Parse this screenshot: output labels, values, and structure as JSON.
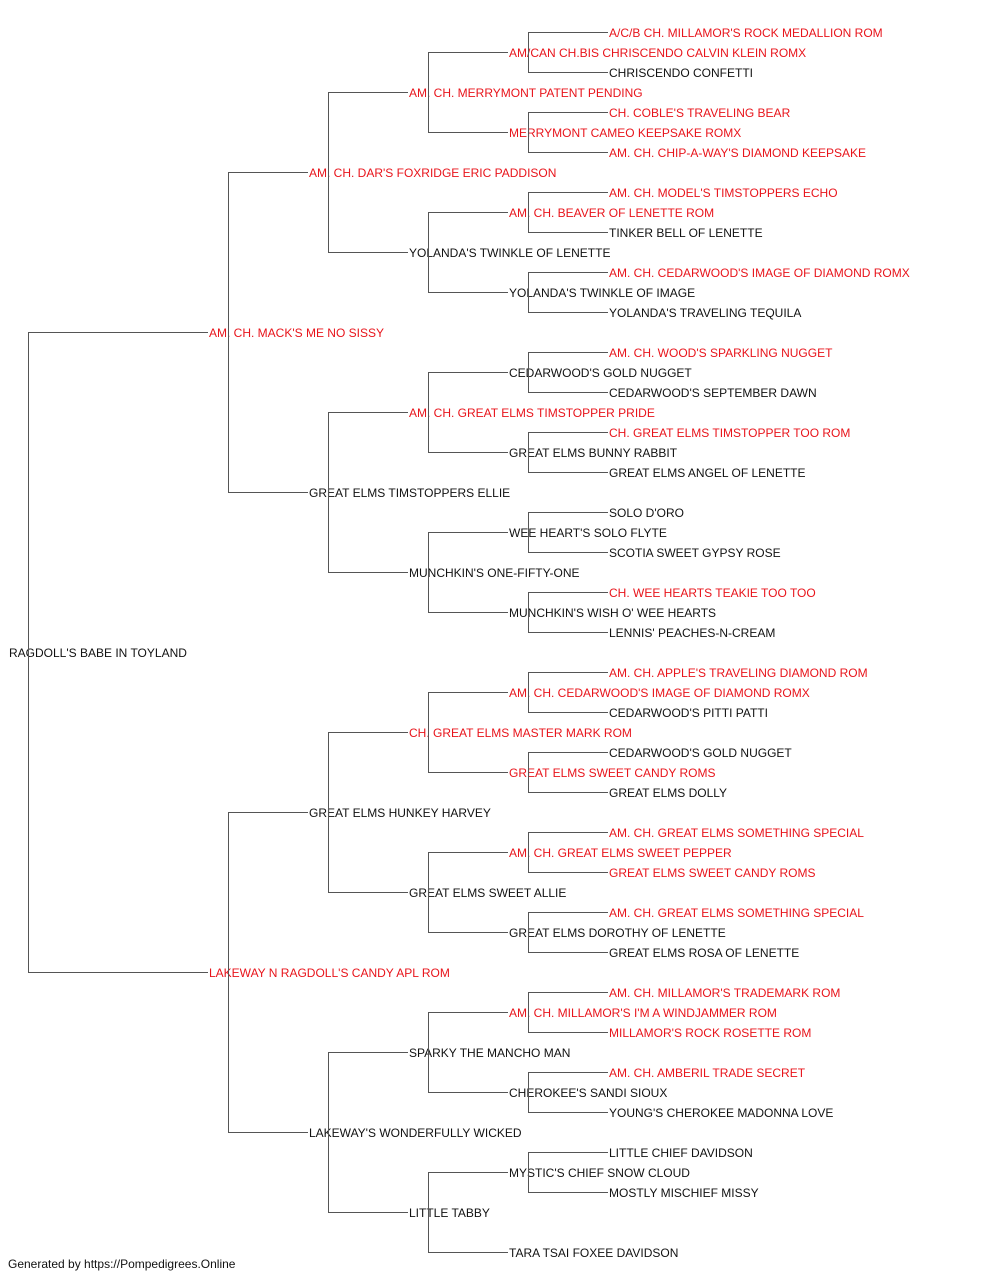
{
  "subject": "RAGDOLL'S BABE IN TOYLAND",
  "footer": "Generated by https://Pompedigrees.Online",
  "colors": {
    "champion": "#e8141b",
    "normal": "#111111",
    "line": "#555555"
  },
  "pedigree": {
    "name": "RAGDOLL'S BABE IN TOYLAND",
    "champion": false,
    "sire": {
      "name": "AM. CH. MACK'S ME NO SISSY",
      "champion": true,
      "sire": {
        "name": "AM. CH. DAR'S FOXRIDGE ERIC PADDISON",
        "champion": true,
        "sire": {
          "name": "AM. CH. MERRYMONT PATENT PENDING",
          "champion": true,
          "sire": {
            "name": "AM/CAN CH.BIS CHRISCENDO CALVIN KLEIN ROMX",
            "champion": true,
            "sire": {
              "name": "A/C/B CH. MILLAMOR'S ROCK MEDALLION ROM",
              "champion": true
            },
            "dam": {
              "name": "CHRISCENDO CONFETTI",
              "champion": false
            }
          },
          "dam": {
            "name": "MERRYMONT CAMEO KEEPSAKE ROMX",
            "champion": true,
            "sire": {
              "name": "CH. COBLE'S TRAVELING BEAR",
              "champion": true
            },
            "dam": {
              "name": "AM. CH. CHIP-A-WAY'S DIAMOND KEEPSAKE",
              "champion": true
            }
          }
        },
        "dam": {
          "name": "YOLANDA'S TWINKLE OF LENETTE",
          "champion": false,
          "sire": {
            "name": "AM. CH. BEAVER OF LENETTE ROM",
            "champion": true,
            "sire": {
              "name": "AM. CH. MODEL'S TIMSTOPPERS ECHO",
              "champion": true
            },
            "dam": {
              "name": "TINKER BELL OF LENETTE",
              "champion": false
            }
          },
          "dam": {
            "name": "YOLANDA'S TWINKLE OF IMAGE",
            "champion": false,
            "sire": {
              "name": "AM. CH. CEDARWOOD'S IMAGE OF DIAMOND ROMX",
              "champion": true
            },
            "dam": {
              "name": "YOLANDA'S TRAVELING TEQUILA",
              "champion": false
            }
          }
        }
      },
      "dam": {
        "name": "GREAT ELMS TIMSTOPPERS ELLIE",
        "champion": false,
        "sire": {
          "name": "AM. CH. GREAT ELMS TIMSTOPPER PRIDE",
          "champion": true,
          "sire": {
            "name": "CEDARWOOD'S GOLD NUGGET",
            "champion": false,
            "sire": {
              "name": "AM. CH. WOOD'S SPARKLING NUGGET",
              "champion": true
            },
            "dam": {
              "name": "CEDARWOOD'S SEPTEMBER DAWN",
              "champion": false
            }
          },
          "dam": {
            "name": "GREAT ELMS BUNNY RABBIT",
            "champion": false,
            "sire": {
              "name": "CH. GREAT ELMS TIMSTOPPER TOO ROM",
              "champion": true
            },
            "dam": {
              "name": "GREAT ELMS ANGEL OF LENETTE",
              "champion": false
            }
          }
        },
        "dam": {
          "name": "MUNCHKIN'S ONE-FIFTY-ONE",
          "champion": false,
          "sire": {
            "name": "WEE HEART'S SOLO FLYTE",
            "champion": false,
            "sire": {
              "name": "SOLO D'ORO",
              "champion": false
            },
            "dam": {
              "name": "SCOTIA SWEET GYPSY ROSE",
              "champion": false
            }
          },
          "dam": {
            "name": "MUNCHKIN'S WISH O' WEE HEARTS",
            "champion": false,
            "sire": {
              "name": "CH. WEE HEARTS TEAKIE TOO TOO",
              "champion": true
            },
            "dam": {
              "name": "LENNIS' PEACHES-N-CREAM",
              "champion": false
            }
          }
        }
      }
    },
    "dam": {
      "name": "LAKEWAY N RAGDOLL'S CANDY APL ROM",
      "champion": true,
      "sire": {
        "name": "GREAT ELMS HUNKEY HARVEY",
        "champion": false,
        "sire": {
          "name": "CH. GREAT ELMS MASTER MARK ROM",
          "champion": true,
          "sire": {
            "name": "AM. CH. CEDARWOOD'S IMAGE OF DIAMOND ROMX",
            "champion": true,
            "sire": {
              "name": "AM. CH. APPLE'S TRAVELING DIAMOND ROM",
              "champion": true
            },
            "dam": {
              "name": "CEDARWOOD'S PITTI PATTI",
              "champion": false
            }
          },
          "dam": {
            "name": "GREAT ELMS SWEET CANDY ROMS",
            "champion": true,
            "sire": {
              "name": "CEDARWOOD'S GOLD NUGGET",
              "champion": false
            },
            "dam": {
              "name": "GREAT ELMS DOLLY",
              "champion": false
            }
          }
        },
        "dam": {
          "name": "GREAT ELMS SWEET ALLIE",
          "champion": false,
          "sire": {
            "name": "AM. CH. GREAT ELMS SWEET PEPPER",
            "champion": true,
            "sire": {
              "name": "AM. CH. GREAT ELMS SOMETHING SPECIAL",
              "champion": true
            },
            "dam": {
              "name": "GREAT ELMS SWEET CANDY ROMS",
              "champion": true
            }
          },
          "dam": {
            "name": "GREAT ELMS DOROTHY OF LENETTE",
            "champion": false,
            "sire": {
              "name": "AM. CH. GREAT ELMS SOMETHING SPECIAL",
              "champion": true
            },
            "dam": {
              "name": "GREAT ELMS ROSA OF LENETTE",
              "champion": false
            }
          }
        }
      },
      "dam": {
        "name": "LAKEWAY'S WONDERFULLY WICKED",
        "champion": false,
        "sire": {
          "name": "SPARKY THE MANCHO MAN",
          "champion": false,
          "sire": {
            "name": "AM. CH. MILLAMOR'S I'M A WINDJAMMER ROM",
            "champion": true,
            "sire": {
              "name": "AM. CH. MILLAMOR'S TRADEMARK ROM",
              "champion": true
            },
            "dam": {
              "name": "MILLAMOR'S ROCK ROSETTE ROM",
              "champion": true
            }
          },
          "dam": {
            "name": "CHEROKEE'S SANDI SIOUX",
            "champion": false,
            "sire": {
              "name": "AM. CH. AMBERIL TRADE SECRET",
              "champion": true
            },
            "dam": {
              "name": "YOUNG'S CHEROKEE MADONNA LOVE",
              "champion": false
            }
          }
        },
        "dam": {
          "name": "LITTLE TABBY",
          "champion": false,
          "sire": {
            "name": "MYSTIC'S CHIEF SNOW CLOUD",
            "champion": false,
            "sire": {
              "name": "LITTLE CHIEF DAVIDSON",
              "champion": false
            },
            "dam": {
              "name": "MOSTLY MISCHIEF MISSY",
              "champion": false
            }
          },
          "dam": {
            "name": "TARA TSAI FOXEE DAVIDSON",
            "champion": false
          }
        }
      }
    }
  }
}
